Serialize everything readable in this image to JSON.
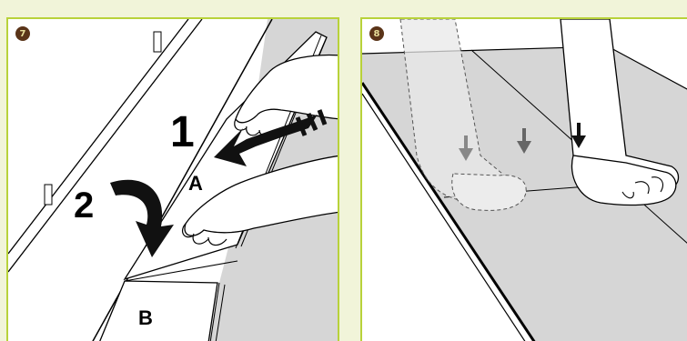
{
  "panels": [
    {
      "step": "7",
      "labels": {
        "one": "1",
        "two": "2",
        "a": "A",
        "b": "B"
      }
    },
    {
      "step": "8"
    }
  ],
  "colors": {
    "frame": "#b8d23a",
    "background": "#f1f4d9",
    "floor": "#d6d6d6",
    "badge": "#5a3418",
    "badge_text": "#e8df9a"
  },
  "icons": [
    "hand-icon",
    "arrow-icon",
    "down-arrow-icon"
  ]
}
